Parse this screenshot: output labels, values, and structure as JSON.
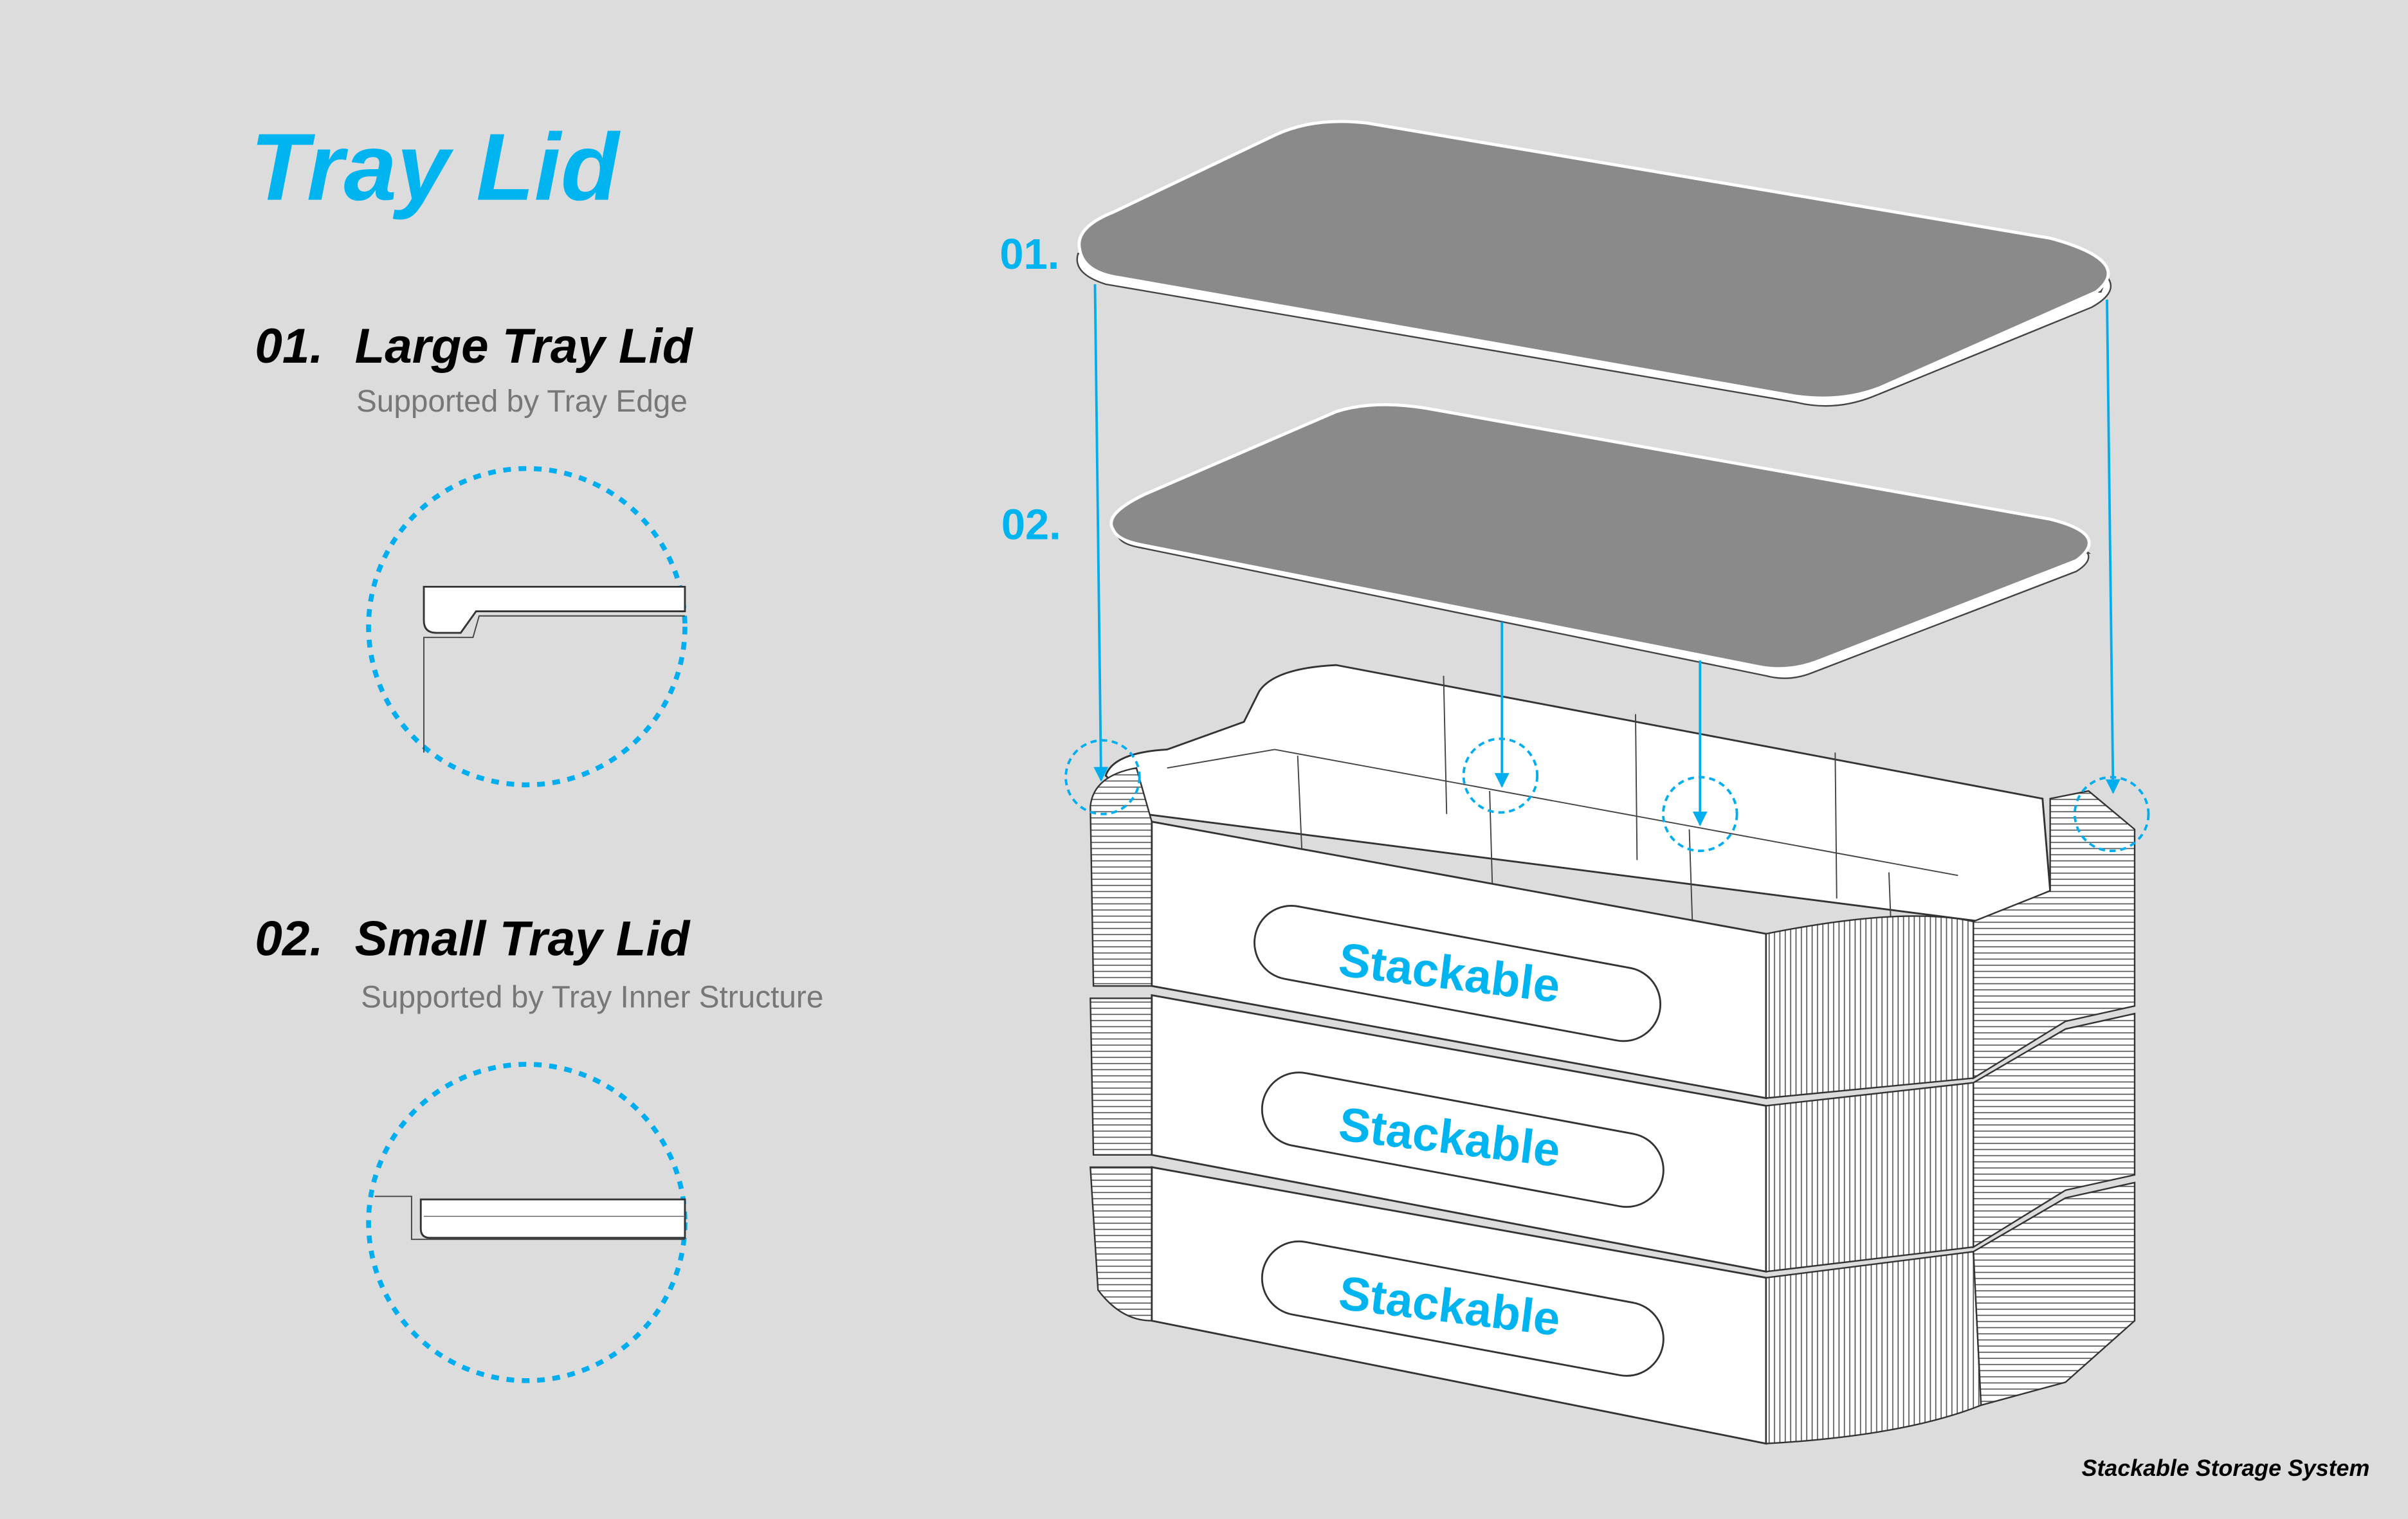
{
  "title": "Tray Lid",
  "items": [
    {
      "number": "01.",
      "name": "Large Tray Lid",
      "description": "Supported by Tray Edge"
    },
    {
      "number": "02.",
      "name": "Small Tray Lid",
      "description": "Supported by Tray Inner Structure"
    }
  ],
  "callouts": [
    "01.",
    "02."
  ],
  "tray_label": "Stackable",
  "footer": "Stackable Storage System",
  "colors": {
    "accent": "#00b4f0",
    "background": "#dcdcdc",
    "lid": "#8a8a8a"
  }
}
